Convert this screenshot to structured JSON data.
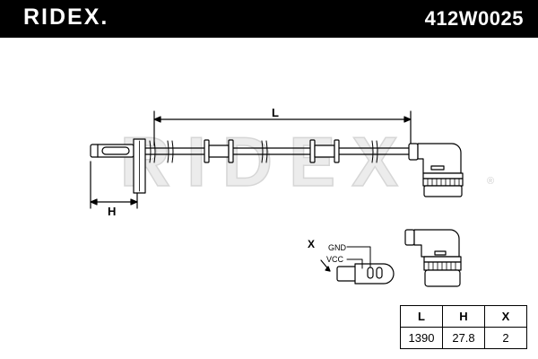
{
  "header": {
    "brand": "RIDEX.",
    "part_number": "412W0025"
  },
  "watermark": {
    "text": "RIDEX",
    "registered_mark": "®"
  },
  "dimensions": {
    "length_label": "L",
    "height_label": "H",
    "detail_label": "X"
  },
  "pinout": {
    "pin1": "GND",
    "pin2": "VCC"
  },
  "spec_table": {
    "headers": [
      "L",
      "H",
      "X"
    ],
    "values": [
      "1390",
      "27.8",
      "2"
    ]
  },
  "colors": {
    "header_bg": "#000000",
    "line": "#000000",
    "watermark": "#dcdcdc"
  }
}
